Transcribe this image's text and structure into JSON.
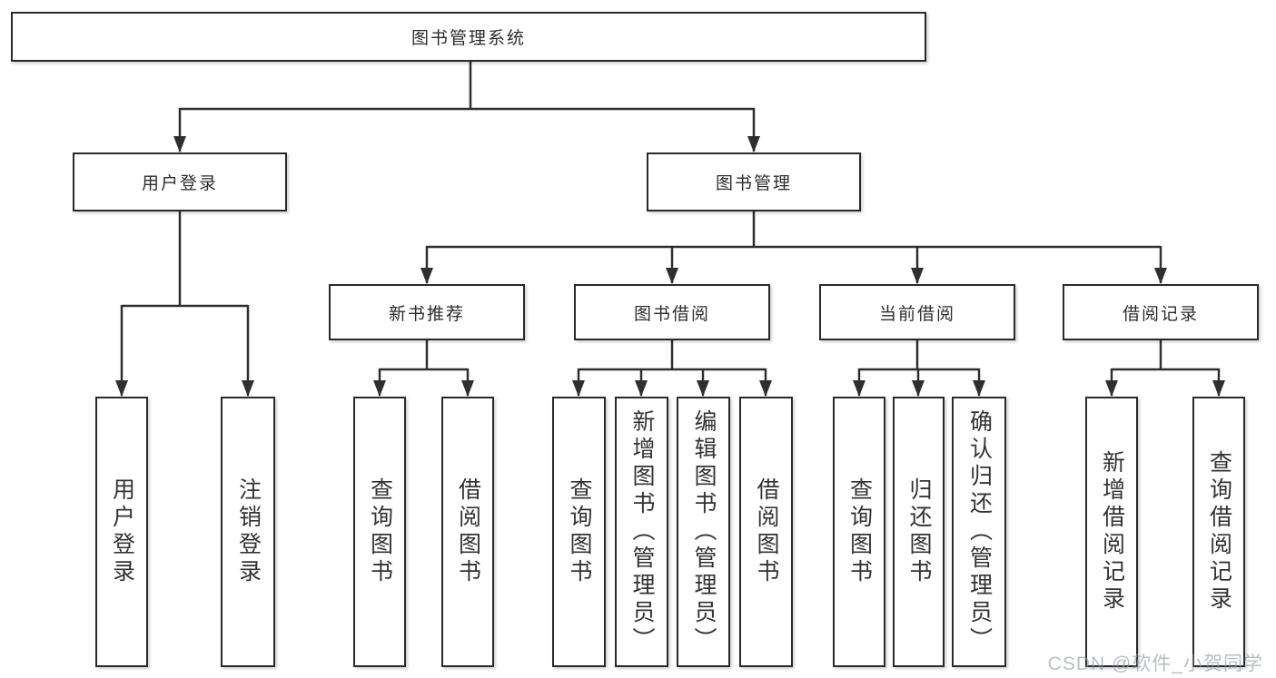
{
  "diagram_title": "图书管理系统",
  "nodes": {
    "root": "图书管理系统",
    "user_login": "用户登录",
    "book_mgmt": "图书管理",
    "login": "用户登录",
    "logout": "注销登录",
    "new_rec": "新书推荐",
    "borrow": "图书借阅",
    "current": "当前借阅",
    "record": "借阅记录",
    "nr_query": "查询图书",
    "nr_borrow": "借阅图书",
    "bb_query": "查询图书",
    "bb_add": "新增图书（管理员）",
    "bb_edit": "编辑图书（管理员）",
    "bb_borrow": "借阅图书",
    "cb_query": "查询图书",
    "cb_return": "归还图书",
    "cb_confirm": "确认归还（管理员）",
    "br_add": "新增借阅记录",
    "br_query": "查询借阅记录"
  },
  "structure": {
    "图书管理系统": {
      "用户登录": [
        "用户登录",
        "注销登录"
      ],
      "图书管理": {
        "新书推荐": [
          "查询图书",
          "借阅图书"
        ],
        "图书借阅": [
          "查询图书",
          "新增图书（管理员）",
          "编辑图书（管理员）",
          "借阅图书"
        ],
        "当前借阅": [
          "查询图书",
          "归还图书",
          "确认归还（管理员）"
        ],
        "借阅记录": [
          "新增借阅记录",
          "查询借阅记录"
        ]
      }
    }
  },
  "watermark": "CSDN @软件_小贺同学",
  "colors": {
    "line": "#2f2f2f",
    "box_border": "#2a2a2a",
    "text": "#2d2d2d",
    "background": "#ffffff",
    "watermark": "#9096a0"
  }
}
